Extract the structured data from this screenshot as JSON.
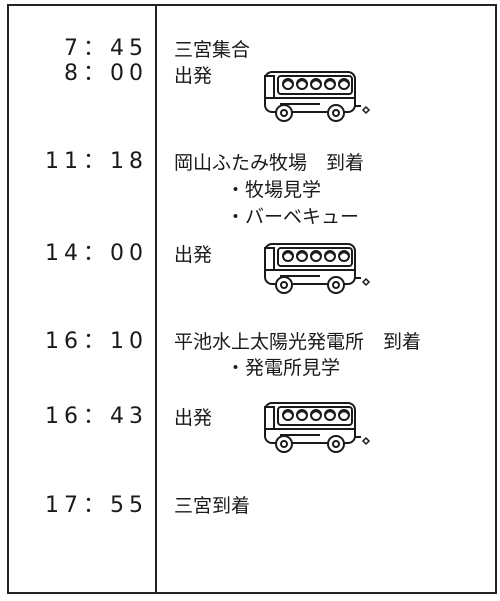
{
  "schedule": [
    {
      "time": "7：45",
      "event": "三宮集合"
    },
    {
      "time": "8：00",
      "event": "出発",
      "icon": "bus-icon"
    },
    {
      "time": "11：18",
      "event": "岡山ふたみ牧場　到着",
      "details": [
        "・牧場見学",
        "・バーベキュー"
      ]
    },
    {
      "time": "14：00",
      "event": "出発",
      "icon": "bus-icon"
    },
    {
      "time": "16：10",
      "event": "平池水上太陽光発電所　到着",
      "details": [
        "・発電所見学"
      ]
    },
    {
      "time": "16：43",
      "event": "出発",
      "icon": "bus-icon"
    },
    {
      "time": "17：55",
      "event": "三宮到着"
    }
  ]
}
